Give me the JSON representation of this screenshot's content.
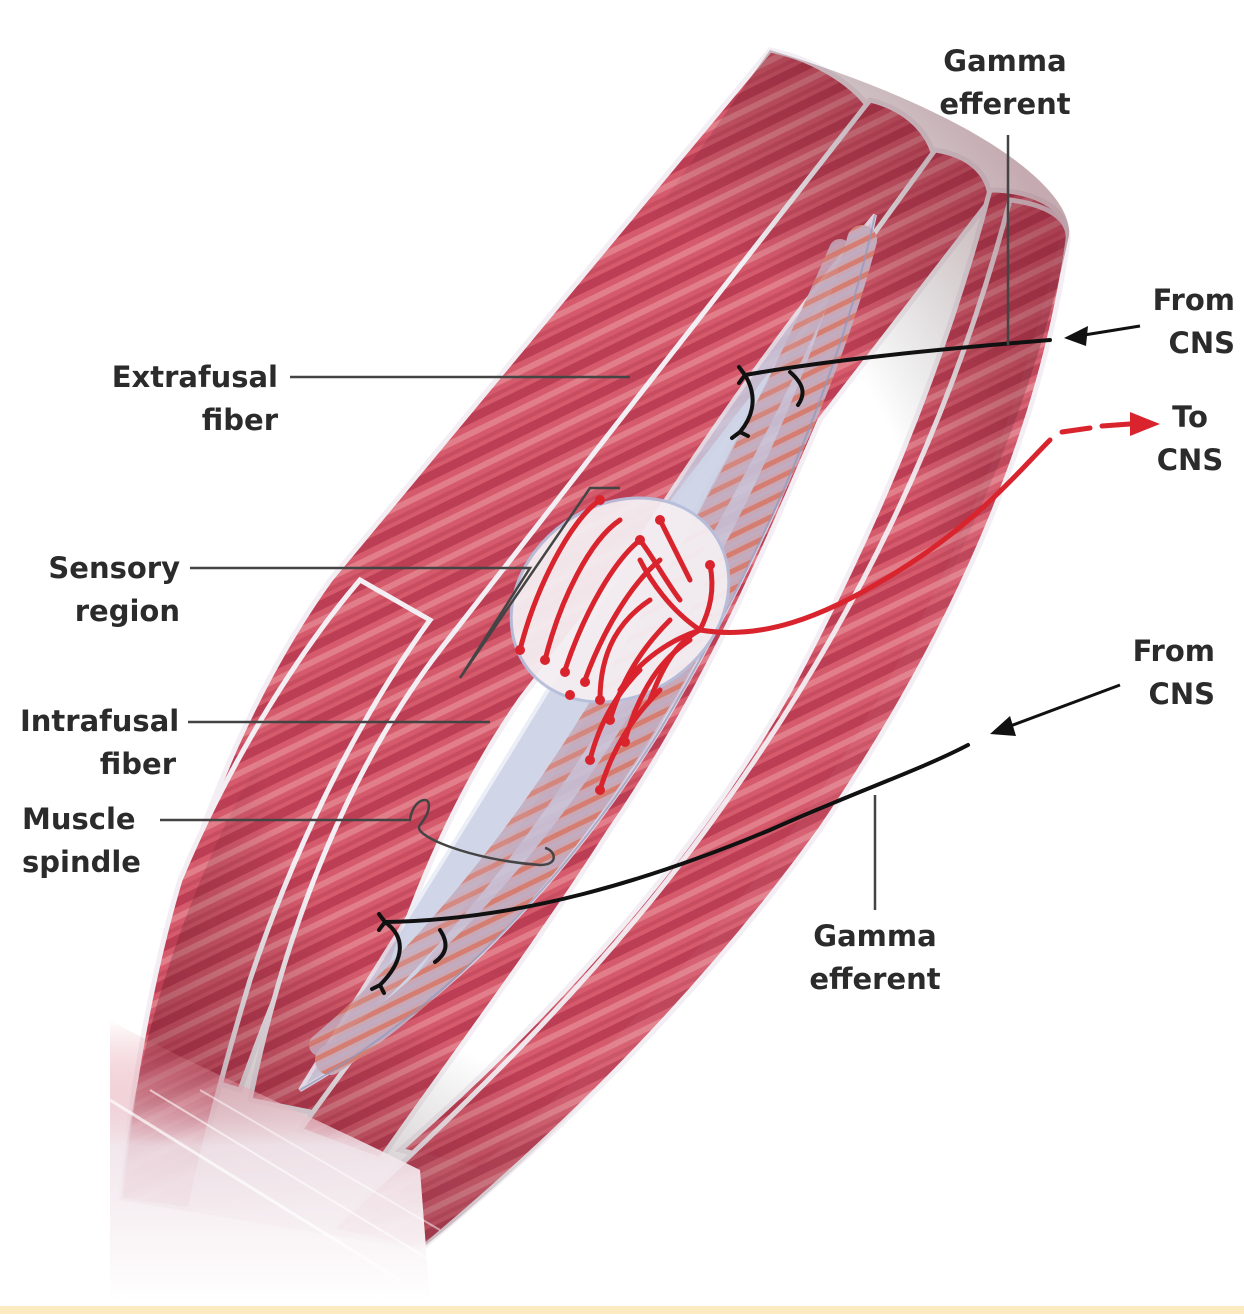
{
  "labels": {
    "gamma_efferent_top": {
      "line1": "Gamma",
      "line2": "efferent"
    },
    "from_cns_top": {
      "line1": "From",
      "line2": "CNS"
    },
    "to_cns": {
      "line1": "To",
      "line2": "CNS"
    },
    "extrafusal_fiber": {
      "line1": "Extrafusal",
      "line2": "fiber"
    },
    "sensory_region": {
      "line1": "Sensory",
      "line2": "region"
    },
    "intrafusal_fiber": {
      "line1": "Intrafusal",
      "line2": "fiber"
    },
    "muscle_spindle": {
      "line1": "Muscle",
      "line2": "spindle"
    },
    "from_cns_bottom": {
      "line1": "From",
      "line2": "CNS"
    },
    "gamma_efferent_bottom": {
      "line1": "Gamma",
      "line2": "efferent"
    }
  },
  "colors": {
    "muscle_light": "#e07c8a",
    "muscle_mid": "#c94a5e",
    "muscle_dark": "#9e2b3f",
    "fascia": "#eef0f6",
    "sensory_nerve": "#d9232d",
    "motor_nerve": "#111111",
    "label_text": "#2b2b2b",
    "leader_line": "#444444"
  }
}
